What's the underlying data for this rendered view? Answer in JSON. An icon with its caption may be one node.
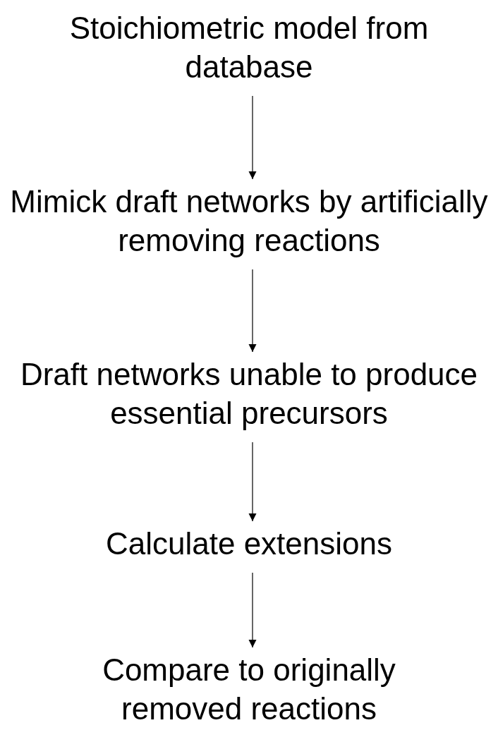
{
  "diagram": {
    "nodes": [
      {
        "text": [
          "Stoichiometric model from database"
        ]
      },
      {
        "text": [
          "Mimick draft networks by artificially removing reactions"
        ]
      },
      {
        "text": [
          "Draft networks unable to produce essential precursors"
        ]
      },
      {
        "text": [
          "Calculate extensions"
        ]
      },
      {
        "text": [
          "Compare to originally removed reactions"
        ]
      }
    ],
    "edges": [
      {
        "from": 0,
        "to": 1,
        "arrow": "to"
      },
      {
        "from": 1,
        "to": 2,
        "arrow": "to"
      },
      {
        "from": 2,
        "to": 3,
        "arrow": "to"
      },
      {
        "from": 3,
        "to": 4,
        "arrow": "to"
      }
    ]
  }
}
